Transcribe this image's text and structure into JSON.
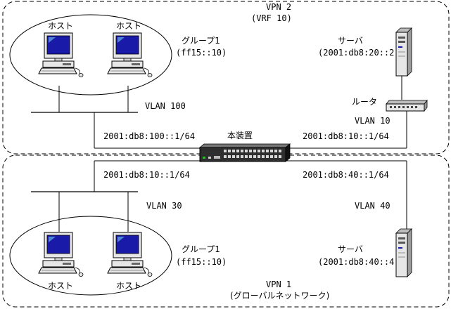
{
  "vpn2": {
    "title": "VPN 2",
    "subtitle": "(VRF 10)",
    "group_label": "グループ1",
    "group_addr": "(ff15::10)",
    "host_left": "ホスト",
    "host_right": "ホスト",
    "server_label": "サーバ",
    "server_addr": "(2001:db8:20::2)",
    "router_label": "ルータ",
    "vlan100": "VLAN 100",
    "vlan10": "VLAN 10",
    "addr_left": "2001:db8:100::1/64",
    "addr_right": "2001:db8:10::1/64"
  },
  "device": {
    "label": "本装置"
  },
  "vpn1": {
    "title": "VPN 1",
    "subtitle": "(グローバルネットワーク)",
    "group_label": "グループ1",
    "group_addr": "(ff15::10)",
    "host_left": "ホスト",
    "host_right": "ホスト",
    "server_label": "サーバ",
    "server_addr": "(2001:db8:40::4)",
    "vlan30": "VLAN 30",
    "vlan40": "VLAN 40",
    "addr_left": "2001:db8:10::1/64",
    "addr_right": "2001:db8:40::1/64"
  },
  "icons": {
    "monitor_screen": "#1a1aa8",
    "screen_highlight": "#6fd1f0"
  }
}
